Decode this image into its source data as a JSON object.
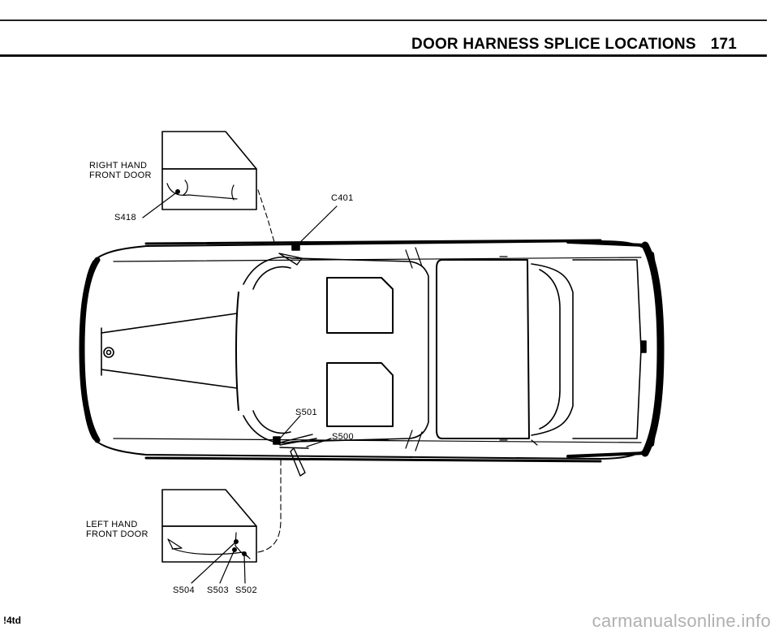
{
  "header": {
    "title": "DOOR HARNESS SPLICE LOCATIONS",
    "page_number": "171"
  },
  "labels": {
    "right_door_line1": "RIGHT HAND",
    "right_door_line2": "FRONT DOOR",
    "left_door_line1": "LEFT HAND",
    "left_door_line2": "FRONT DOOR",
    "s418": "S418",
    "c401": "C401",
    "s501": "S501",
    "s500": "S500",
    "s504": "S504",
    "s503": "S503",
    "s502": "S502"
  },
  "footer": {
    "code": "!4td"
  },
  "watermark": {
    "text": "carmanualsonline.info"
  },
  "colors": {
    "ink": "#000000",
    "watermark": "#b0b0b0"
  }
}
